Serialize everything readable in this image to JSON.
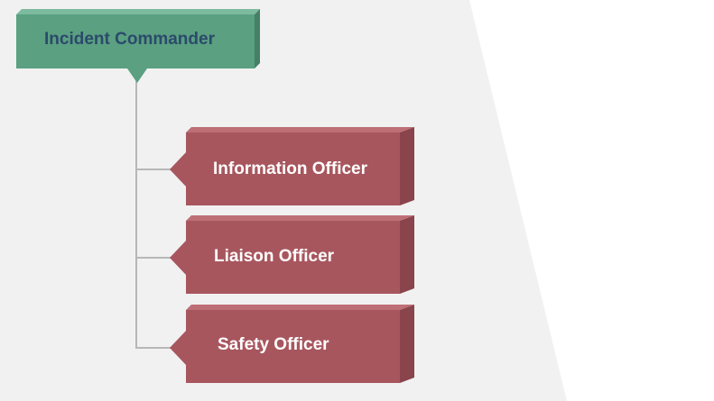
{
  "commander": {
    "label": "Incident Commander"
  },
  "officers": [
    {
      "label": "Information Officer"
    },
    {
      "label": "Liaison Officer"
    },
    {
      "label": "Safety Officer"
    }
  ],
  "colors": {
    "background_panel": "#f1f1f1",
    "page": "#ffffff",
    "commander_fill": "#5aa081",
    "commander_dark": "#467f66",
    "commander_light": "#7dbb9f",
    "commander_text": "#2c4a6b",
    "officer_fill": "#a8565e",
    "officer_dark": "#8a444b",
    "officer_light": "#be6f76",
    "connector": "#b7b7b7"
  }
}
